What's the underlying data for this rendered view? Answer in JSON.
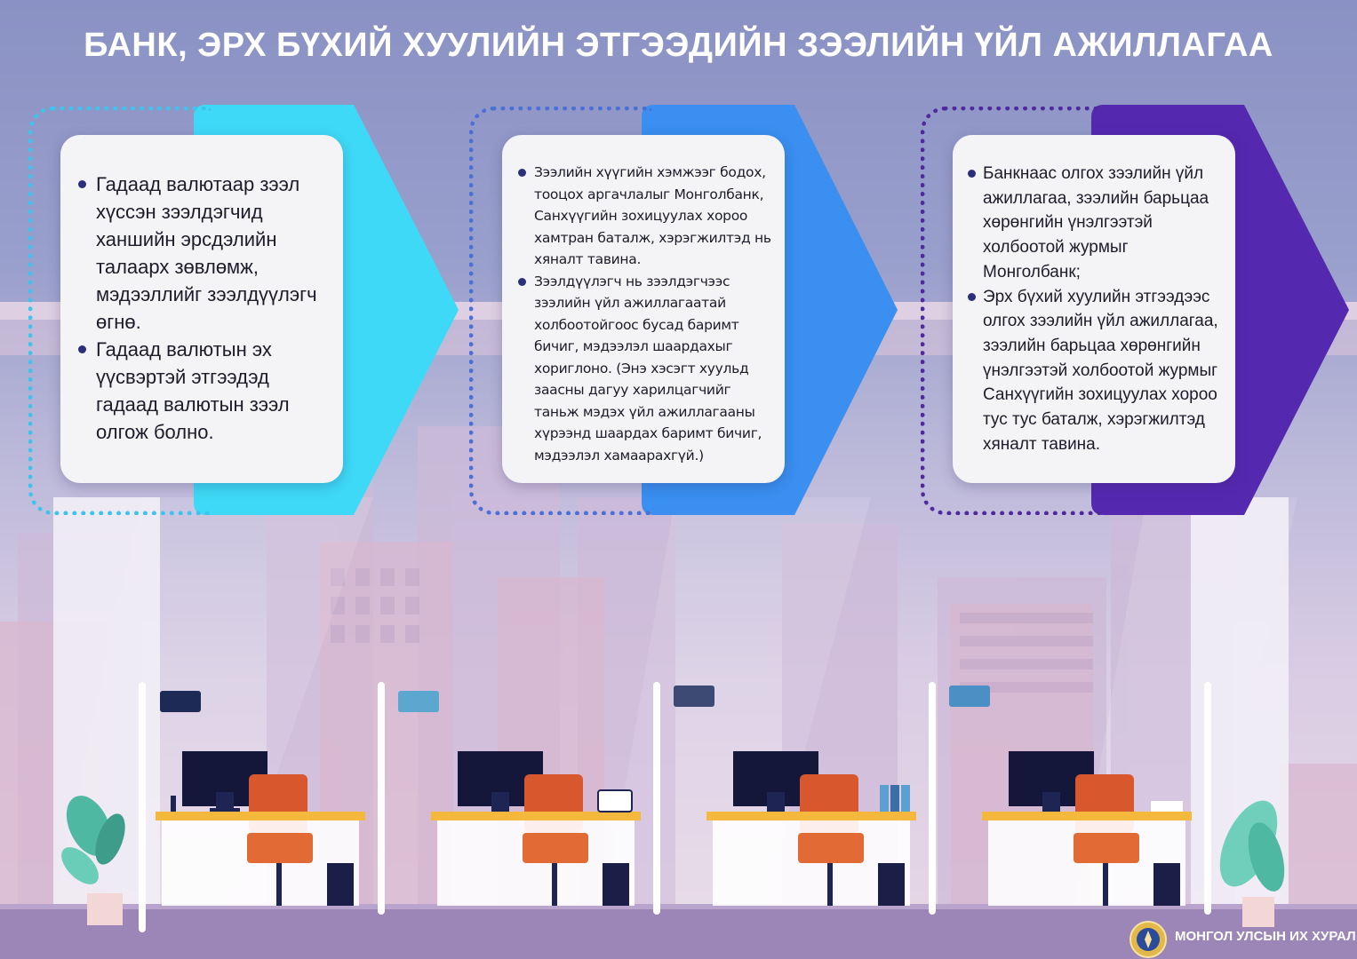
{
  "title": "БАНК, ЭРХ БҮХИЙ ХУУЛИЙН  ЭТГЭЭДИЙН ЗЭЭЛИЙН ҮЙЛ АЖИЛЛАГАА",
  "colors": {
    "arrow_1": "#3ed9f7",
    "arrow_2": "#3a8ff0",
    "arrow_3": "#5528b0",
    "dots_1": "#3cc4ee",
    "dots_2": "#4a6fd6",
    "dots_3": "#4e2a9e",
    "bullet": "#2b2f7a"
  },
  "cards": [
    {
      "items": [
        "Гадаад валютаар зээл хүссэн зээлдэгчид ханшийн эрсдэлийн талаарх зөвлөмж, мэдээллийг зээлдүүлэгч өгнө.",
        "Гадаад валютын эх үүсвэртэй этгээдэд гадаад валютын зээл олгож болно."
      ]
    },
    {
      "items": [
        "Зээлийн хүүгийн хэмжээг бодох, тооцох аргачлалыг Монголбанк, Санхүүгийн зохицуулах хороо хамтран баталж, хэрэгжилтэд нь хяналт тавина.",
        "Зээлдүүлэгч нь зээлдэгчээс зээлийн үйл ажиллагаатай холбоотойгоос бусад баримт бичиг, мэдээлэл шаардахыг хориглоно. (Энэ хэсэгт хуульд заасны дагуу харилцагчийг таньж мэдэх үйл ажиллагааны хүрээнд шаардах баримт бичиг, мэдээлэл хамаарахгүй.)"
      ]
    },
    {
      "items": [
        "Банкнаас олгох зээлийн үйл ажиллагаа, зээлийн барьцаа хөрөнгийн үнэлгээтэй холбоотой журмыг Монголбанк;",
        "Эрх бүхий хуулийн этгээдээс олгох зээлийн үйл ажиллагаа, зээлийн барьцаа хөрөнгийн үнэлгээтэй холбоотой журмыг Санхүүгийн зохицуулах хороо тус тус баталж, хэрэгжилтэд хяналт тавина."
      ]
    }
  ],
  "footer": {
    "org_name": "МОНГОЛ УЛСЫН ИХ ХУРАЛ"
  }
}
